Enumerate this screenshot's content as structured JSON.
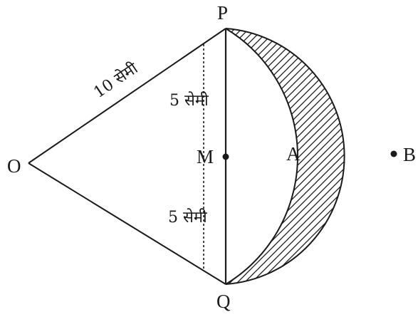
{
  "diagram": {
    "points": {
      "O": "O",
      "P": "P",
      "Q": "Q",
      "M": "M",
      "A": "A",
      "B": "B"
    },
    "measurements": {
      "op": "10 सेमी",
      "pm": "5 सेमी",
      "mq": "5 सेमी"
    },
    "colors": {
      "ink": "#1a1a1a",
      "background": "#ffffff"
    }
  }
}
